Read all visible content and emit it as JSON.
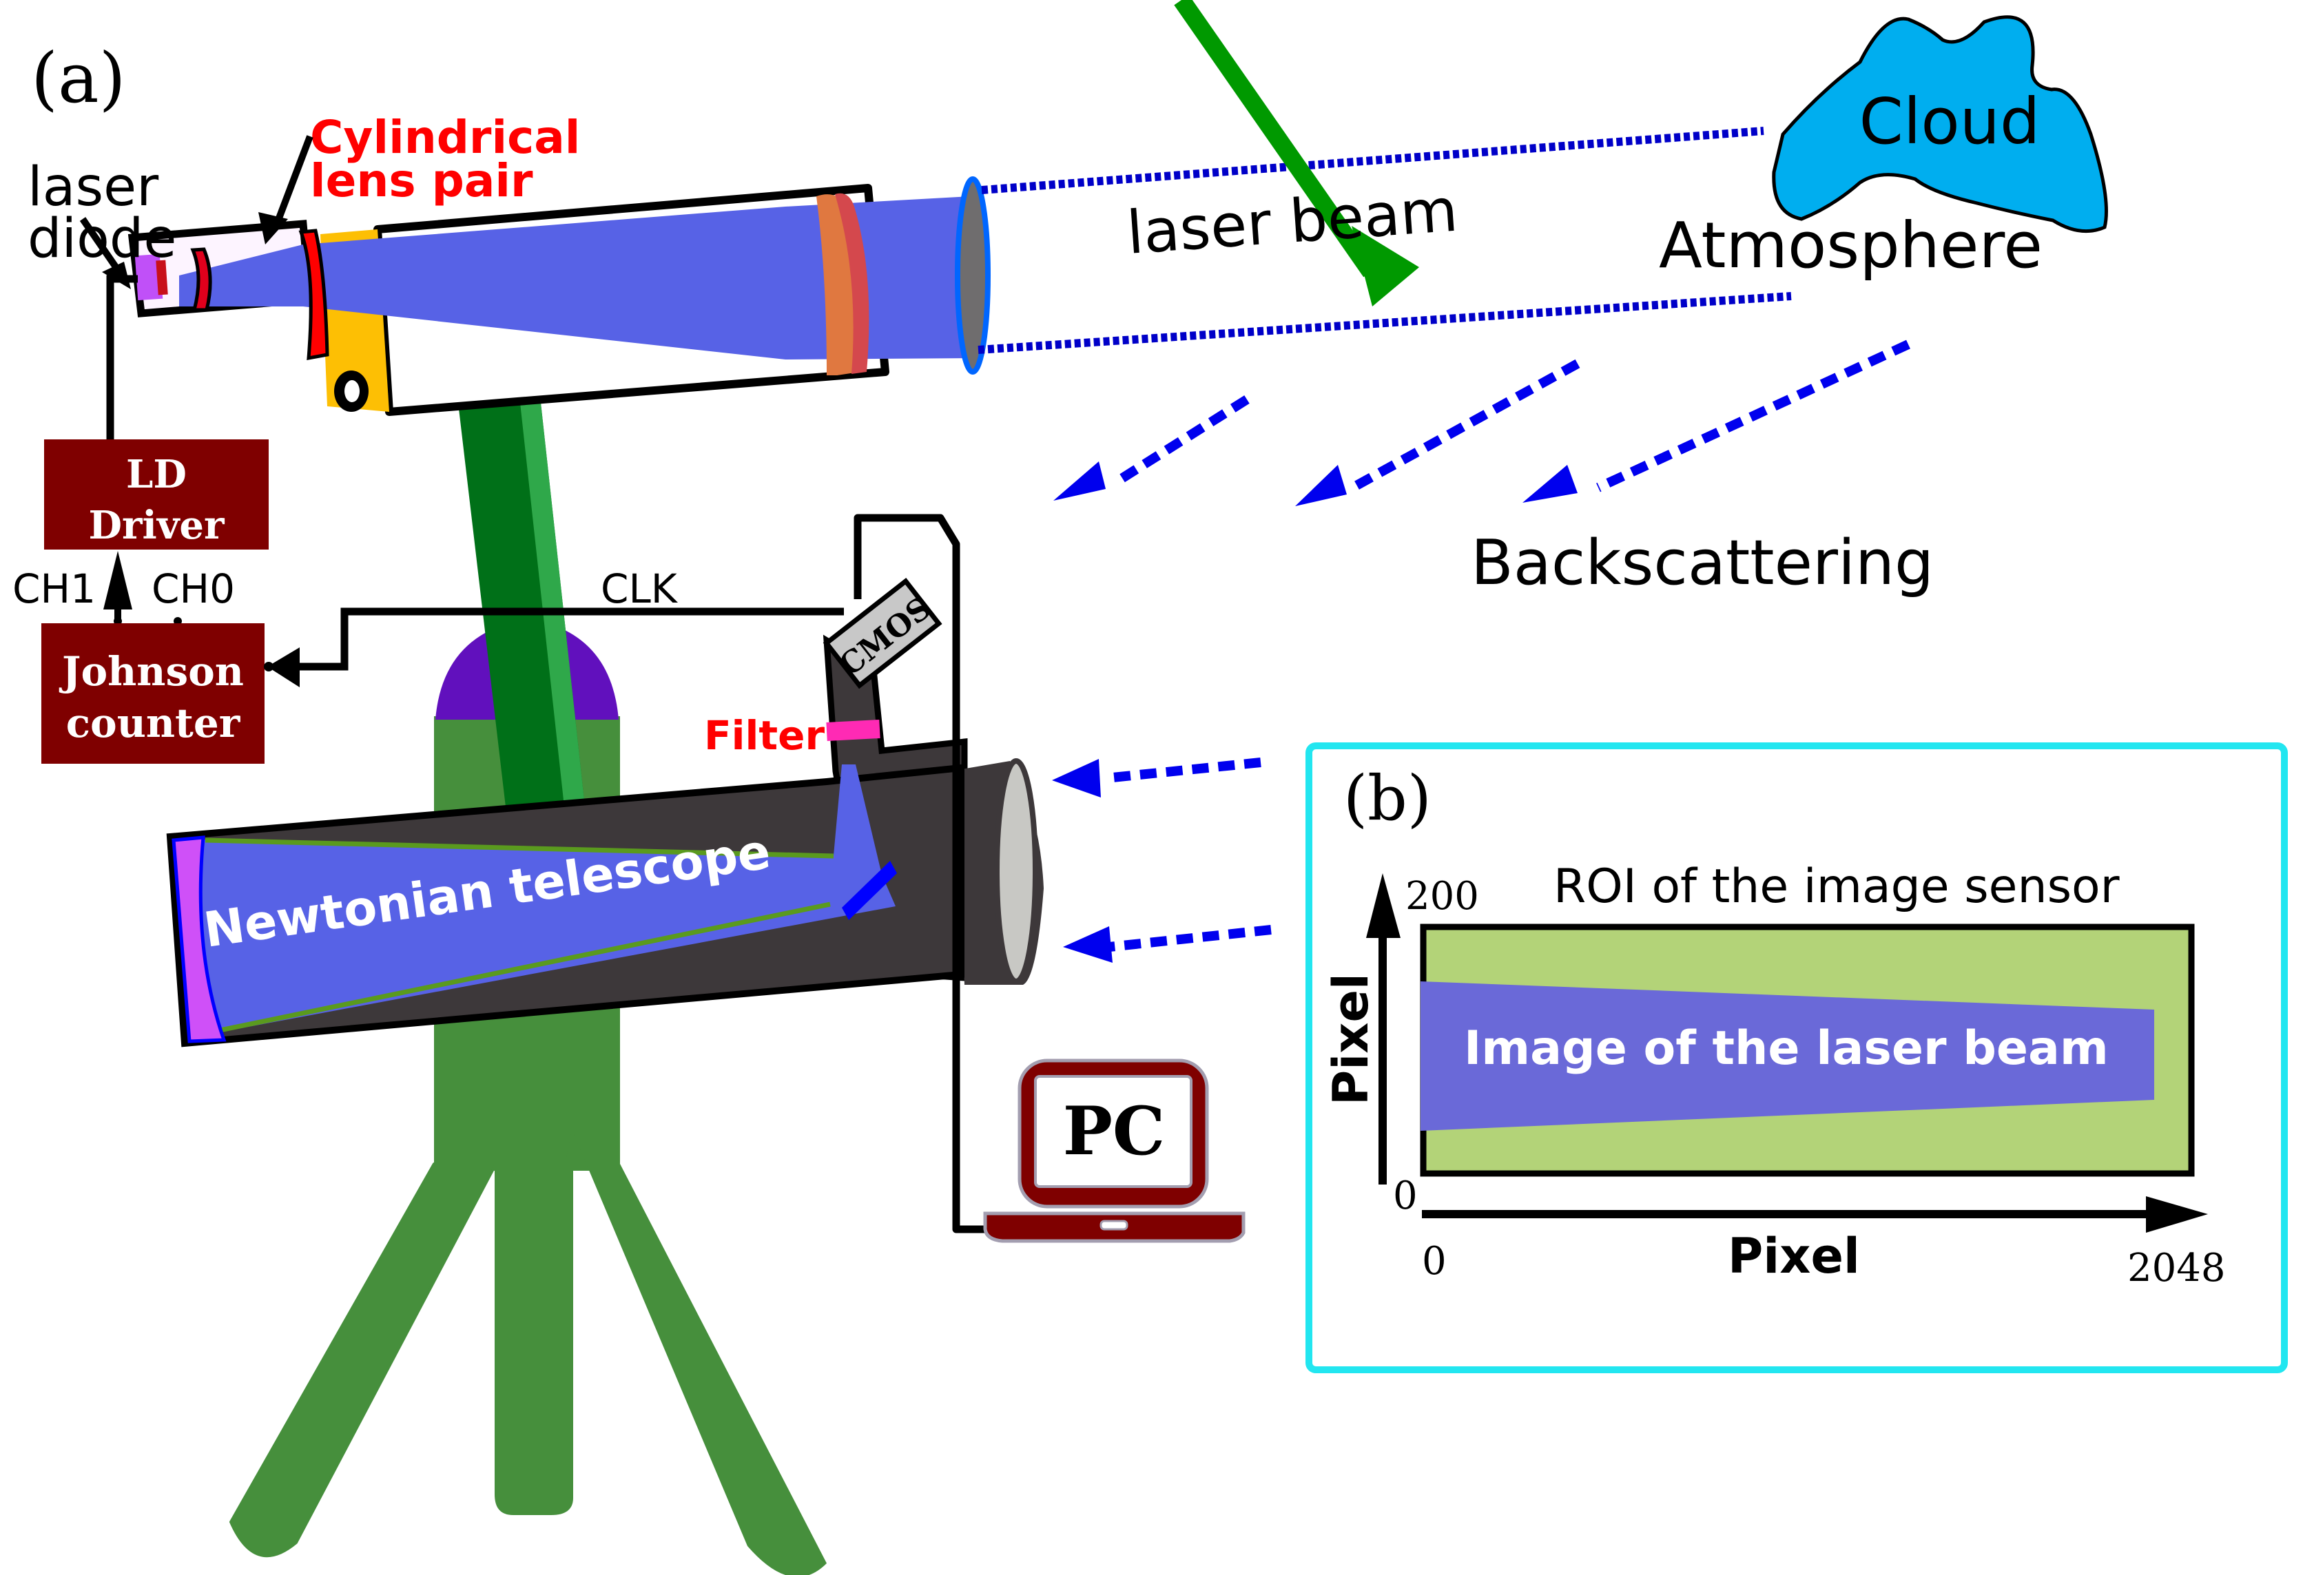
{
  "panel_a": {
    "label": "(a)",
    "laser_diode_label": [
      "laser",
      "diode"
    ],
    "cylindrical_lens_label": [
      "Cylindrical",
      "lens pair"
    ],
    "laser_beam_label": "laser beam",
    "cloud_label": "Cloud",
    "atmosphere_label": "Atmosphere",
    "backscattering_label": "Backscattering",
    "ld_driver_label": [
      "LD",
      "Driver"
    ],
    "johnson_counter_label": [
      "Johnson",
      "counter"
    ],
    "ch1_label": "CH1",
    "ch0_label": "CH0",
    "clk_label": "CLK",
    "cmos_label": "CMOS",
    "filter_label": "Filter",
    "telescope_label": "Newtonian telescope",
    "pc_label": "PC"
  },
  "panel_b": {
    "label": "(b)",
    "title": "ROI of the image sensor",
    "beam_image_label": "Image of the laser beam",
    "y_axis_label": "Pixel",
    "x_axis_label": "Pixel",
    "y_max_tick": "200",
    "y_min_tick": "0",
    "x_min_tick": "0",
    "x_max_tick": "2048"
  },
  "colors": {
    "beam_blue": "#5762e6",
    "box_maroon": "#7f0000",
    "cloud_blue": "#00aeef",
    "arrow_blue": "#0000ee",
    "stand_green": "#468f3c",
    "mount_green": "#007018",
    "tube_dark": "#3d383a",
    "roi_green": "#b3d378",
    "roi_beam": "#6a69d8",
    "panel_border": "#22e6f0",
    "filter_pink": "#ff2ab4",
    "label_red": "#ff0000",
    "dome_purple": "#6110bd"
  }
}
